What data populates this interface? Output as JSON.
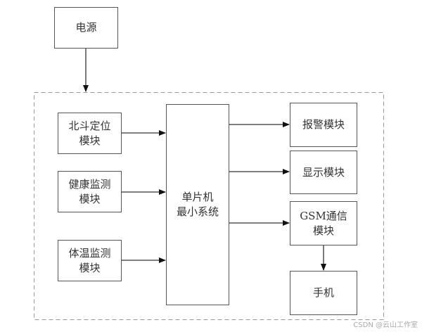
{
  "diagram": {
    "power": "电源",
    "beidou": "北斗定位\n模块",
    "health": "健康监测\n模块",
    "temp": "体温监测\n模块",
    "mcu": "单片机\n最小系统",
    "alarm": "报警模块",
    "display": "显示模块",
    "gsm": "GSM通信\n模块",
    "phone": "手机"
  },
  "watermark": "CSDN @云山工作室"
}
